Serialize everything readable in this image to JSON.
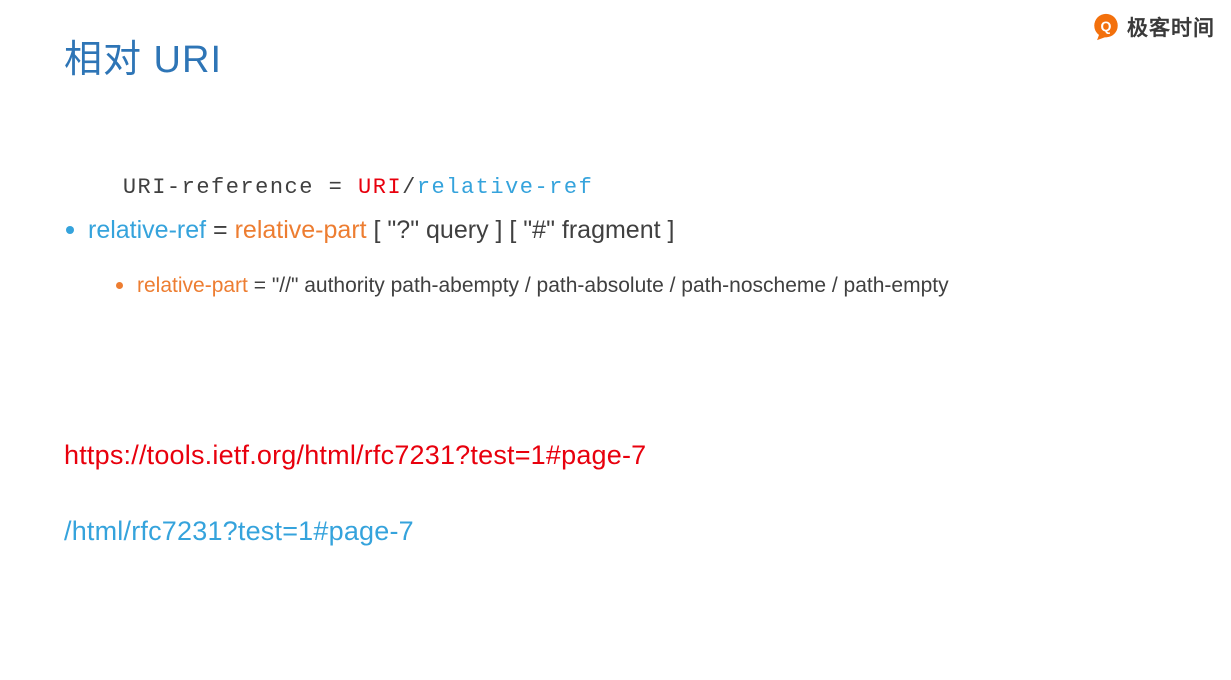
{
  "brand": {
    "name": "极客时间",
    "icon": "geektime-logo",
    "color": "#f3700c"
  },
  "title": "相对 URI",
  "grammar_line": {
    "lhs": "URI-reference = ",
    "uri": "URI",
    "separator": "/",
    "relative_ref": "relative-ref"
  },
  "bullet_relative_ref": {
    "term": "relative-ref",
    "equals": " = ",
    "value_term": "relative-part",
    "suffix": " [ \"?\" query ] [ \"#\" fragment ]"
  },
  "bullet_relative_part": {
    "term": "relative-part",
    "equals": " = ",
    "suffix": "\"//\" authority path-abempty / path-absolute / path-noscheme / path-empty"
  },
  "examples": {
    "absolute_uri": "https://tools.ietf.org/html/rfc7231?test=1#page-7",
    "relative_ref": "/html/rfc7231?test=1#page-7"
  },
  "colors": {
    "title_blue": "#2e75b6",
    "light_blue": "#35a3dc",
    "orange": "#ed7d31",
    "red": "#e8000d",
    "dark_text": "#404040",
    "brand_orange": "#f3700c"
  }
}
